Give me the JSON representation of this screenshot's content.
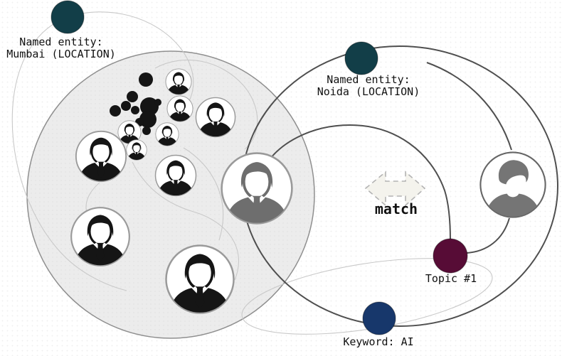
{
  "nodes": {
    "mumbai": {
      "label_line1": "Named entity:",
      "label_line2": "Mumbai (LOCATION)",
      "color": "#123e48"
    },
    "noida": {
      "label_line1": "Named entity:",
      "label_line2": "Noida (LOCATION)",
      "color": "#123e48"
    },
    "topic": {
      "label": "Topic #1",
      "color": "#570c36"
    },
    "keyword": {
      "label": "Keyword: AI",
      "color": "#17376b"
    }
  },
  "match": {
    "label": "match"
  },
  "icons": {
    "candidate_avatar": "businessman-icon",
    "matched_candidate_avatar": "businessman-icon",
    "profile_avatar": "person-icon",
    "match_arrow": "double-arrow-icon"
  },
  "colors": {
    "entity_node": "#123e48",
    "topic_node": "#570c36",
    "keyword_node": "#17376b",
    "edge_dark": "#4f4f4f",
    "edge_light": "#c9c9c9",
    "cluster_fill": "#ececec",
    "cluster_stroke": "#8f8f8f",
    "avatar_dark": "#151515",
    "avatar_gray": "#6e6e6e",
    "profile_gray": "#757575",
    "arrow_fill": "#f4f3ed",
    "text": "#111111"
  }
}
